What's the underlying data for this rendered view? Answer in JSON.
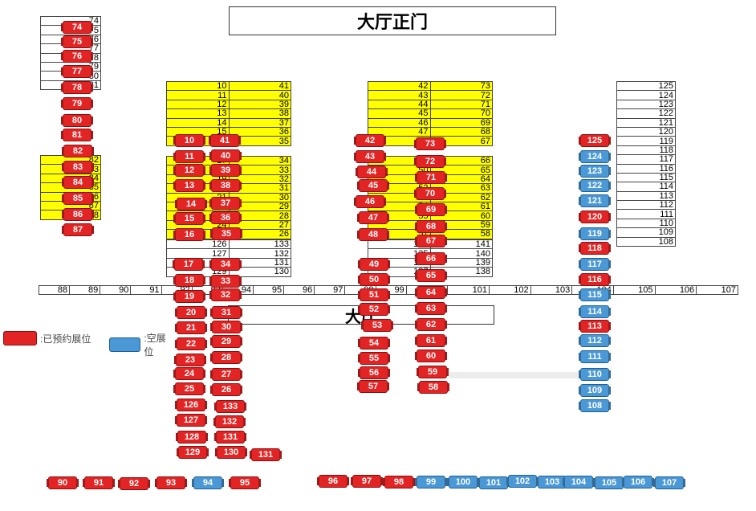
{
  "header": {
    "title": "大厅正门"
  },
  "inner_label": "大厅",
  "legend": {
    "booked_label": ":已预约展位",
    "empty_label": ":空展位"
  },
  "colors": {
    "booked": "#e32424",
    "empty": "#4b98d6",
    "yellow_area": "#ffff00"
  },
  "grids": {
    "left_top": {
      "rows": [
        [
          "74"
        ],
        [
          "75"
        ],
        [
          "76"
        ],
        [
          "77"
        ],
        [
          "78"
        ],
        [
          "79"
        ],
        [
          "80"
        ],
        [
          "81"
        ]
      ]
    },
    "left_yellow": {
      "rows": [
        [
          "82"
        ],
        [
          "83"
        ],
        [
          "84"
        ],
        [
          "85"
        ],
        [
          "86"
        ],
        [
          "87"
        ],
        [
          "88"
        ]
      ]
    },
    "mid_left_top": {
      "rows": [
        [
          "10",
          "41"
        ],
        [
          "11",
          "40"
        ],
        [
          "12",
          "39"
        ],
        [
          "13",
          "38"
        ],
        [
          "14",
          "37"
        ],
        [
          "15",
          "36"
        ],
        [
          "16",
          "35"
        ]
      ]
    },
    "mid_left_bottom": {
      "rows": [
        [
          "17",
          "34"
        ],
        [
          "18",
          "33"
        ],
        [
          "19",
          "32"
        ],
        [
          "20",
          "31"
        ],
        [
          "21",
          "30"
        ],
        [
          "22",
          "29"
        ],
        [
          "23",
          "28"
        ],
        [
          "24",
          "27"
        ],
        [
          "25",
          "26"
        ]
      ]
    },
    "mid_left_white": {
      "rows": [
        [
          "126",
          "133"
        ],
        [
          "127",
          "132"
        ],
        [
          "128",
          "131"
        ],
        [
          "129",
          "130"
        ]
      ]
    },
    "mid_right_top": {
      "rows": [
        [
          "42",
          "73"
        ],
        [
          "43",
          "72"
        ],
        [
          "44",
          "71"
        ],
        [
          "45",
          "70"
        ],
        [
          "46",
          "69"
        ],
        [
          "47",
          "68"
        ],
        [
          "48",
          "67"
        ]
      ]
    },
    "mid_right_bottom": {
      "rows": [
        [
          "49",
          "66"
        ],
        [
          "50",
          "65"
        ],
        [
          "51",
          "64"
        ],
        [
          "52",
          "63"
        ],
        [
          "53",
          "62"
        ],
        [
          "54",
          "61"
        ],
        [
          "55",
          "60"
        ],
        [
          "56",
          "59"
        ],
        [
          "57",
          "58"
        ]
      ]
    },
    "mid_right_white": {
      "rows": [
        [
          "134",
          "141"
        ],
        [
          "135",
          "140"
        ],
        [
          "136",
          "139"
        ],
        [
          "137",
          "138"
        ]
      ]
    },
    "right_col": {
      "rows": [
        [
          "125"
        ],
        [
          "124"
        ],
        [
          "123"
        ],
        [
          "122"
        ],
        [
          "121"
        ],
        [
          "120"
        ],
        [
          "119"
        ],
        [
          "118"
        ],
        [
          "117"
        ],
        [
          "116"
        ],
        [
          "115"
        ],
        [
          "114"
        ],
        [
          "113"
        ],
        [
          "112"
        ],
        [
          "111"
        ],
        [
          "110"
        ],
        [
          "109"
        ],
        [
          "108"
        ]
      ]
    },
    "bottom_row": {
      "cells": [
        "88",
        "89",
        "90",
        "91",
        "92",
        "93",
        "94",
        "95",
        "96",
        "97",
        "98",
        "99",
        "100",
        "101",
        "102",
        "103",
        "104",
        "105",
        "106",
        "107"
      ]
    }
  },
  "booths": [
    {
      "n": "74",
      "status": "booked"
    },
    {
      "n": "75",
      "status": "booked"
    },
    {
      "n": "76",
      "status": "booked"
    },
    {
      "n": "77",
      "status": "booked"
    },
    {
      "n": "78",
      "status": "booked"
    },
    {
      "n": "79",
      "status": "booked"
    },
    {
      "n": "80",
      "status": "booked"
    },
    {
      "n": "81",
      "status": "booked"
    },
    {
      "n": "82",
      "status": "booked"
    },
    {
      "n": "83",
      "status": "booked"
    },
    {
      "n": "84",
      "status": "booked"
    },
    {
      "n": "85",
      "status": "booked"
    },
    {
      "n": "86",
      "status": "booked"
    },
    {
      "n": "87",
      "status": "booked"
    },
    {
      "n": "10",
      "status": "booked"
    },
    {
      "n": "11",
      "status": "booked"
    },
    {
      "n": "12",
      "status": "booked"
    },
    {
      "n": "13",
      "status": "booked"
    },
    {
      "n": "14",
      "status": "booked"
    },
    {
      "n": "15",
      "status": "booked"
    },
    {
      "n": "16",
      "status": "booked"
    },
    {
      "n": "41",
      "status": "booked"
    },
    {
      "n": "40",
      "status": "booked"
    },
    {
      "n": "39",
      "status": "booked"
    },
    {
      "n": "38",
      "status": "booked"
    },
    {
      "n": "37",
      "status": "booked"
    },
    {
      "n": "36",
      "status": "booked"
    },
    {
      "n": "35",
      "status": "booked"
    },
    {
      "n": "17",
      "status": "booked"
    },
    {
      "n": "18",
      "status": "booked"
    },
    {
      "n": "19",
      "status": "booked"
    },
    {
      "n": "20",
      "status": "booked"
    },
    {
      "n": "21",
      "status": "booked"
    },
    {
      "n": "22",
      "status": "booked"
    },
    {
      "n": "23",
      "status": "booked"
    },
    {
      "n": "24",
      "status": "booked"
    },
    {
      "n": "25",
      "status": "booked"
    },
    {
      "n": "126",
      "status": "booked"
    },
    {
      "n": "127",
      "status": "booked"
    },
    {
      "n": "128",
      "status": "booked"
    },
    {
      "n": "129",
      "status": "booked"
    },
    {
      "n": "34",
      "status": "booked"
    },
    {
      "n": "33",
      "status": "booked"
    },
    {
      "n": "32",
      "status": "booked"
    },
    {
      "n": "31",
      "status": "booked"
    },
    {
      "n": "30",
      "status": "booked"
    },
    {
      "n": "29",
      "status": "booked"
    },
    {
      "n": "28",
      "status": "booked"
    },
    {
      "n": "27",
      "status": "booked"
    },
    {
      "n": "26",
      "status": "booked"
    },
    {
      "n": "133",
      "status": "booked"
    },
    {
      "n": "132",
      "status": "booked"
    },
    {
      "n": "131",
      "status": "booked"
    },
    {
      "n": "130",
      "status": "booked"
    },
    {
      "n": "131",
      "status": "booked"
    },
    {
      "n": "42",
      "status": "booked"
    },
    {
      "n": "43",
      "status": "booked"
    },
    {
      "n": "44",
      "status": "booked"
    },
    {
      "n": "45",
      "status": "booked"
    },
    {
      "n": "46",
      "status": "booked"
    },
    {
      "n": "47",
      "status": "booked"
    },
    {
      "n": "48",
      "status": "booked"
    },
    {
      "n": "73",
      "status": "booked"
    },
    {
      "n": "72",
      "status": "booked"
    },
    {
      "n": "71",
      "status": "booked"
    },
    {
      "n": "70",
      "status": "booked"
    },
    {
      "n": "69",
      "status": "booked"
    },
    {
      "n": "68",
      "status": "booked"
    },
    {
      "n": "67",
      "status": "booked"
    },
    {
      "n": "49",
      "status": "booked"
    },
    {
      "n": "50",
      "status": "booked"
    },
    {
      "n": "51",
      "status": "booked"
    },
    {
      "n": "52",
      "status": "booked"
    },
    {
      "n": "53",
      "status": "booked"
    },
    {
      "n": "54",
      "status": "booked"
    },
    {
      "n": "55",
      "status": "booked"
    },
    {
      "n": "56",
      "status": "booked"
    },
    {
      "n": "57",
      "status": "booked"
    },
    {
      "n": "66",
      "status": "booked"
    },
    {
      "n": "65",
      "status": "booked"
    },
    {
      "n": "64",
      "status": "booked"
    },
    {
      "n": "63",
      "status": "booked"
    },
    {
      "n": "62",
      "status": "booked"
    },
    {
      "n": "61",
      "status": "booked"
    },
    {
      "n": "60",
      "status": "booked"
    },
    {
      "n": "59",
      "status": "booked"
    },
    {
      "n": "58",
      "status": "booked"
    },
    {
      "n": "125",
      "status": "booked"
    },
    {
      "n": "124",
      "status": "empty"
    },
    {
      "n": "123",
      "status": "empty"
    },
    {
      "n": "122",
      "status": "empty"
    },
    {
      "n": "121",
      "status": "empty"
    },
    {
      "n": "120",
      "status": "booked"
    },
    {
      "n": "119",
      "status": "empty"
    },
    {
      "n": "118",
      "status": "booked"
    },
    {
      "n": "117",
      "status": "empty"
    },
    {
      "n": "116",
      "status": "booked"
    },
    {
      "n": "115",
      "status": "empty"
    },
    {
      "n": "114",
      "status": "empty"
    },
    {
      "n": "113",
      "status": "booked"
    },
    {
      "n": "112",
      "status": "empty"
    },
    {
      "n": "111",
      "status": "empty"
    },
    {
      "n": "110",
      "status": "empty"
    },
    {
      "n": "109",
      "status": "empty"
    },
    {
      "n": "108",
      "status": "empty"
    },
    {
      "n": "90",
      "status": "booked"
    },
    {
      "n": "91",
      "status": "booked"
    },
    {
      "n": "92",
      "status": "booked"
    },
    {
      "n": "93",
      "status": "booked"
    },
    {
      "n": "94",
      "status": "empty"
    },
    {
      "n": "95",
      "status": "booked"
    },
    {
      "n": "96",
      "status": "booked"
    },
    {
      "n": "97",
      "status": "booked"
    },
    {
      "n": "98",
      "status": "booked"
    },
    {
      "n": "99",
      "status": "empty"
    },
    {
      "n": "100",
      "status": "empty"
    },
    {
      "n": "101",
      "status": "empty"
    },
    {
      "n": "102",
      "status": "empty"
    },
    {
      "n": "103",
      "status": "empty"
    },
    {
      "n": "104",
      "status": "empty"
    },
    {
      "n": "105",
      "status": "empty"
    },
    {
      "n": "106",
      "status": "empty"
    },
    {
      "n": "107",
      "status": "empty"
    }
  ]
}
